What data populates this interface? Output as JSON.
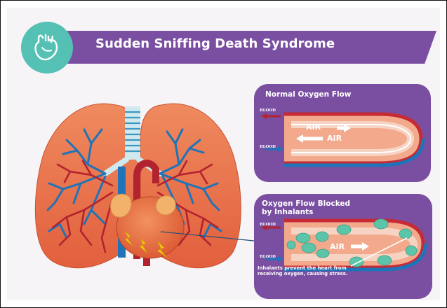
{
  "header": {
    "title": "Sudden Sniffing Death Syndrome",
    "icon": "heart-icon"
  },
  "panels": {
    "normal": {
      "title": "Normal Oxygen Flow",
      "blood_top": "BLOOD",
      "blood_bottom": "BLOOD",
      "air_in": "AIR",
      "air_out": "AIR"
    },
    "blocked": {
      "title_line1": "Oxygen Flow Blocked",
      "title_line2": "by Inhalants",
      "blood_top": "BLOOD",
      "blood_bottom": "BLOOD",
      "air": "AIR",
      "note": "Inhalants prevent the heart from receiving oxygen, causing stress."
    }
  },
  "colors": {
    "purple": "#7a4fa1",
    "teal": "#55c1b4",
    "lung": "#e8744f",
    "blood_red": "#b3232f",
    "vein_blue": "#1f73b8"
  }
}
